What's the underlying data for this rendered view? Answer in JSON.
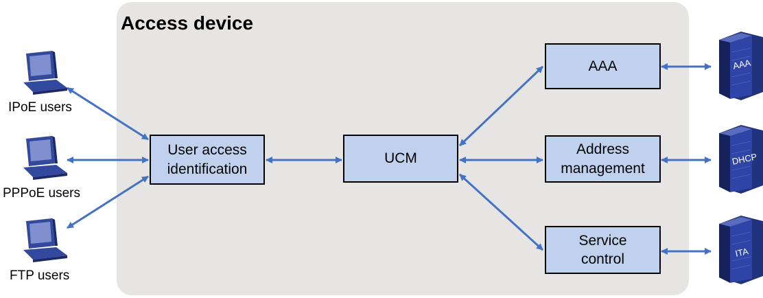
{
  "title": "Access device",
  "users": [
    {
      "label": "IPoE users",
      "icon": "computer-icon"
    },
    {
      "label": "PPPoE users",
      "icon": "computer-icon"
    },
    {
      "label": "FTP users",
      "icon": "computer-icon"
    }
  ],
  "modules": {
    "identification": "User access identification",
    "identification_lines": [
      "User access",
      "identification"
    ],
    "ucm": "UCM",
    "aaa": "AAA",
    "address_lines": [
      "Address",
      "management"
    ],
    "service_lines": [
      "Service",
      "control"
    ]
  },
  "servers": [
    {
      "label": "AAA",
      "icon": "server-icon"
    },
    {
      "label": "DHCP",
      "icon": "server-icon"
    },
    {
      "label": "ITA",
      "icon": "server-icon"
    }
  ],
  "colors": {
    "panel": "#e6e5e4",
    "box": "#bfd1ec",
    "arrow": "#4472c4",
    "server": "#2c3e9c"
  }
}
